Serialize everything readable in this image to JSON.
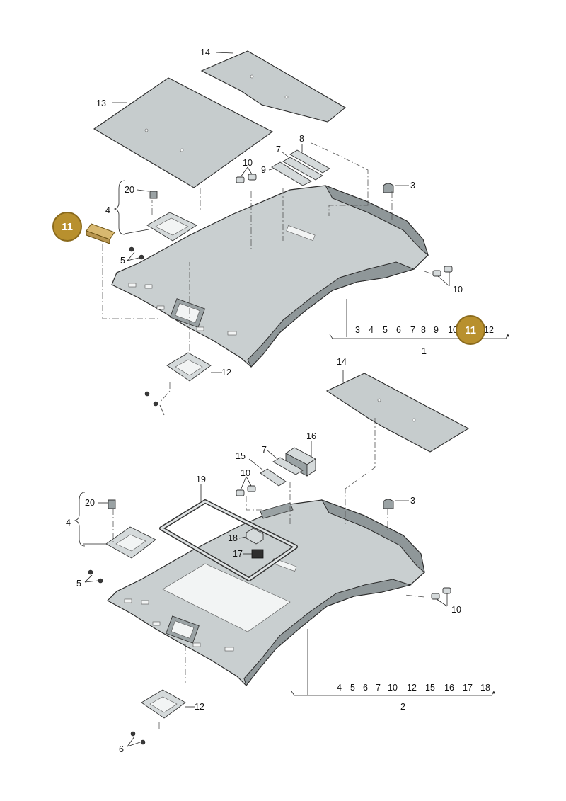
{
  "upper_assembly": {
    "labels": {
      "p14": "14",
      "p13": "13",
      "p8": "8",
      "p7": "7",
      "p9": "9",
      "p10a": "10",
      "p3": "3",
      "p20": "20",
      "p4": "4",
      "p5": "5",
      "p10b": "10",
      "p12": "12"
    },
    "list_items": [
      "3",
      "4",
      "5",
      "6",
      "7",
      "8",
      "9",
      "10",
      "12"
    ],
    "list_total": "1",
    "highlight_callout": "11",
    "side_callout": "11"
  },
  "lower_assembly": {
    "labels": {
      "p14": "14",
      "p16": "16",
      "p15": "15",
      "p7": "7",
      "p10a": "10",
      "p19": "19",
      "p3": "3",
      "p20": "20",
      "p4": "4",
      "p18": "18",
      "p17": "17",
      "p5": "5",
      "p10b": "10",
      "p12": "12",
      "p6": "6"
    },
    "list_items": [
      "4",
      "5",
      "6",
      "7",
      "10",
      "12",
      "15",
      "16",
      "17",
      "18"
    ],
    "list_total": "2"
  },
  "colors": {
    "callout_fill": "#b8902e",
    "callout_ring": "#8a6a1c",
    "part_highlight": "#d8b870",
    "panel_gray": "#c6cccd"
  }
}
